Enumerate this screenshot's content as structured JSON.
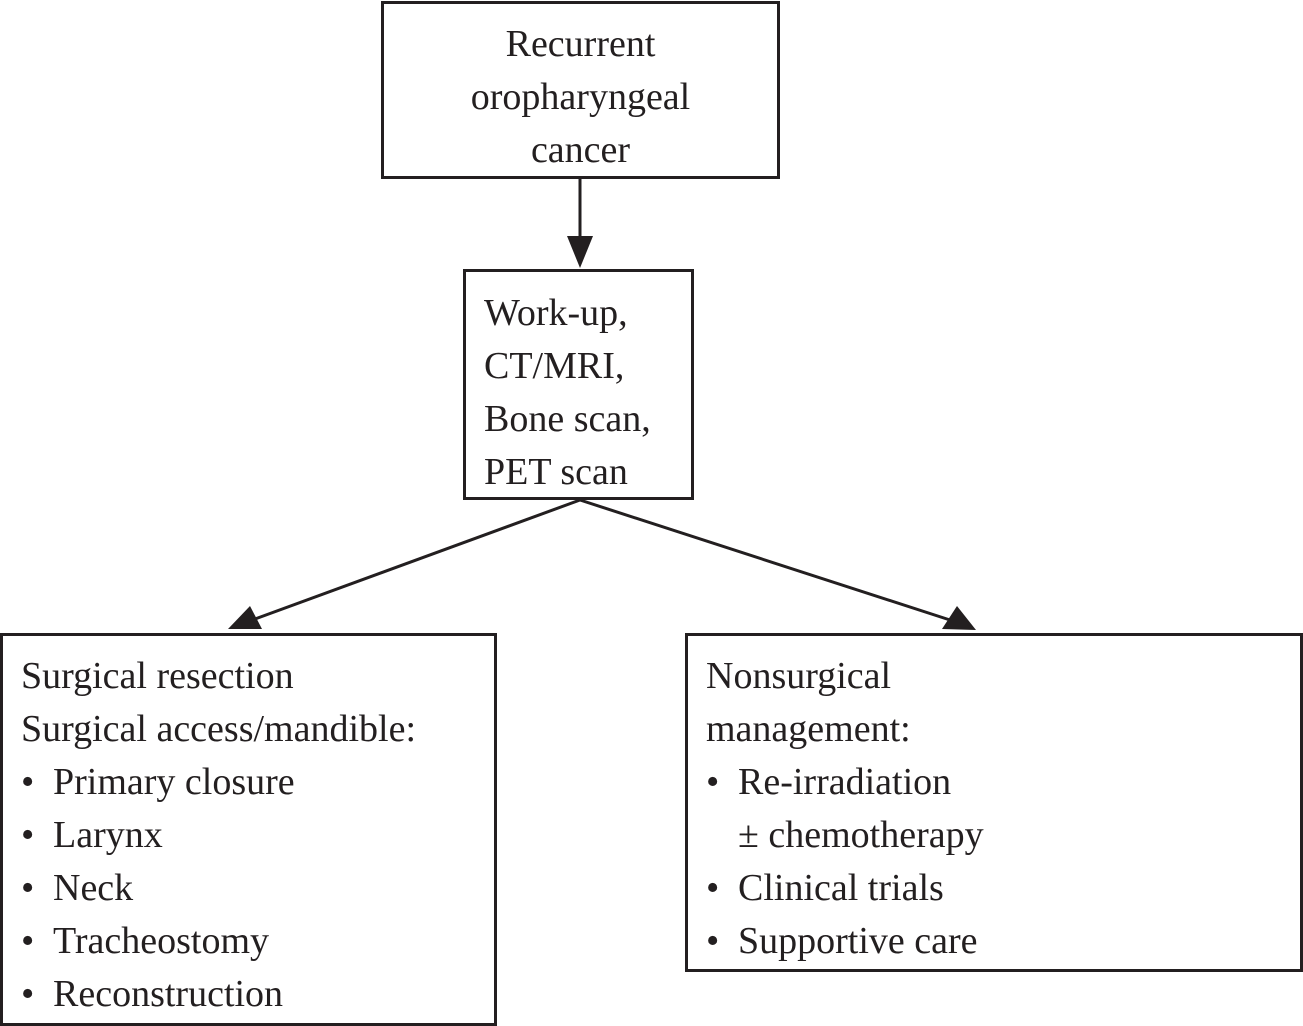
{
  "diagram": {
    "top_box": {
      "lines": [
        "Recurrent",
        "oropharyngeal",
        "cancer"
      ]
    },
    "workup_box": {
      "lines": [
        "Work-up,",
        "CT/MRI,",
        "Bone scan,",
        "PET scan"
      ]
    },
    "surgical_box": {
      "heading_lines": [
        "Surgical resection",
        "Surgical access/mandible:"
      ],
      "items": [
        "Primary closure",
        "Larynx",
        "Neck",
        "Tracheostomy",
        "Reconstruction"
      ]
    },
    "nonsurgical_box": {
      "heading_lines": [
        "Nonsurgical",
        "management:"
      ],
      "item_1_line_1": "Re-irradiation",
      "item_1_line_2": "± chemotherapy",
      "items_rest": [
        "Clinical trials",
        "Supportive care"
      ]
    },
    "bullet_glyph": "•",
    "colors": {
      "stroke": "#231f20",
      "text": "#231f20",
      "background": "#ffffff"
    }
  }
}
